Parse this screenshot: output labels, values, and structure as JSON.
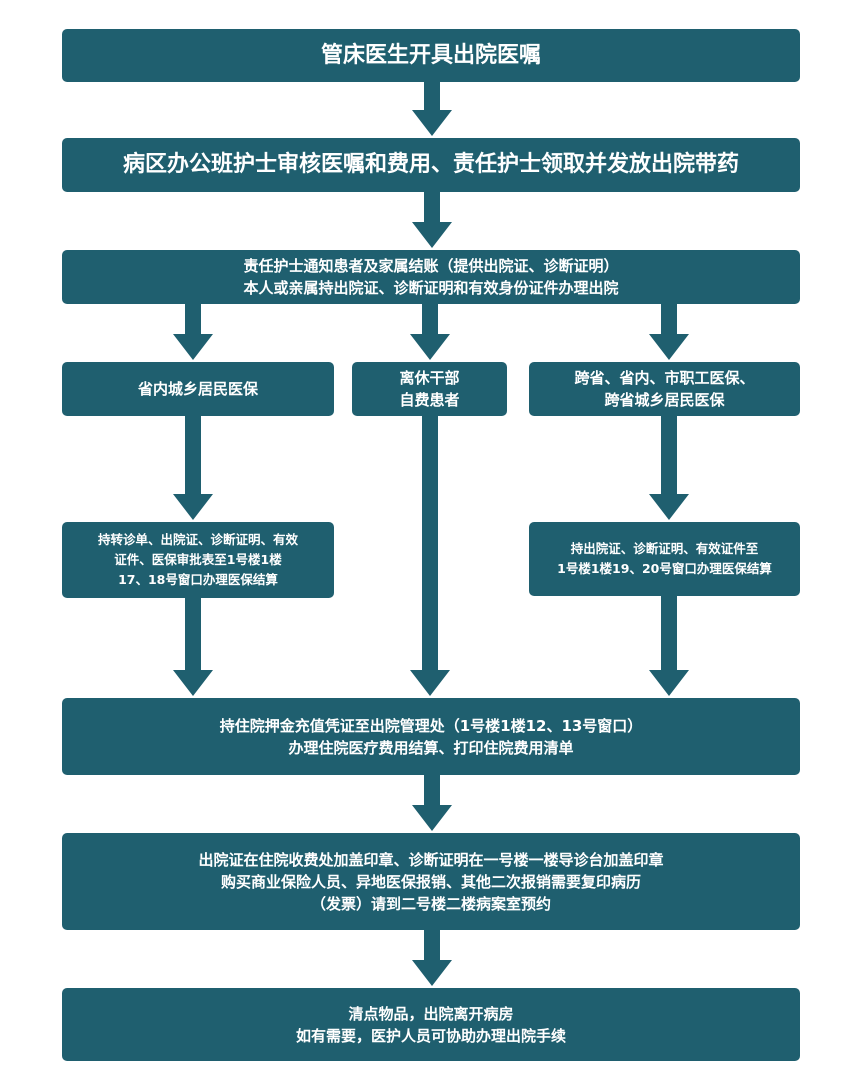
{
  "colors": {
    "box": "#1f5f6f",
    "arrow": "#1f5f6f",
    "text": "#ffffff",
    "background": "#ffffff"
  },
  "steps": {
    "step1": "管床医生开具出院医嘱",
    "step2": "病区办公班护士审核医嘱和费用、责任护士领取并发放出院带药",
    "step3": [
      "责任护士通知患者及家属结账（提供出院证、诊断证明）",
      "本人或亲属持出院证、诊断证明和有效身份证件办理出院"
    ],
    "branch_left": [
      "省内城乡居民医保"
    ],
    "branch_middle": [
      "离休干部",
      "自费患者"
    ],
    "branch_right": [
      "跨省、省内、市职工医保、",
      "跨省城乡居民医保"
    ],
    "left_detail": [
      "持转诊单、出院证、诊断证明、有效",
      "证件、医保审批表至1号楼1楼",
      "17、18号窗口办理医保结算"
    ],
    "right_detail": [
      "持出院证、诊断证明、有效证件至",
      "1号楼1楼19、20号窗口办理医保结算"
    ],
    "step4": [
      "持住院押金充值凭证至出院管理处（1号楼1楼12、13号窗口）",
      "办理住院医疗费用结算、打印住院费用清单"
    ],
    "step5": [
      "出院证在住院收费处加盖印章、诊断证明在一号楼一楼导诊台加盖印章",
      "购买商业保险人员、异地医保报销、其他二次报销需要复印病历",
      "（发票）请到二号楼二楼病案室预约"
    ],
    "step6": [
      "清点物品，出院离开病房",
      "如有需要，医护人员可协助办理出院手续"
    ]
  }
}
